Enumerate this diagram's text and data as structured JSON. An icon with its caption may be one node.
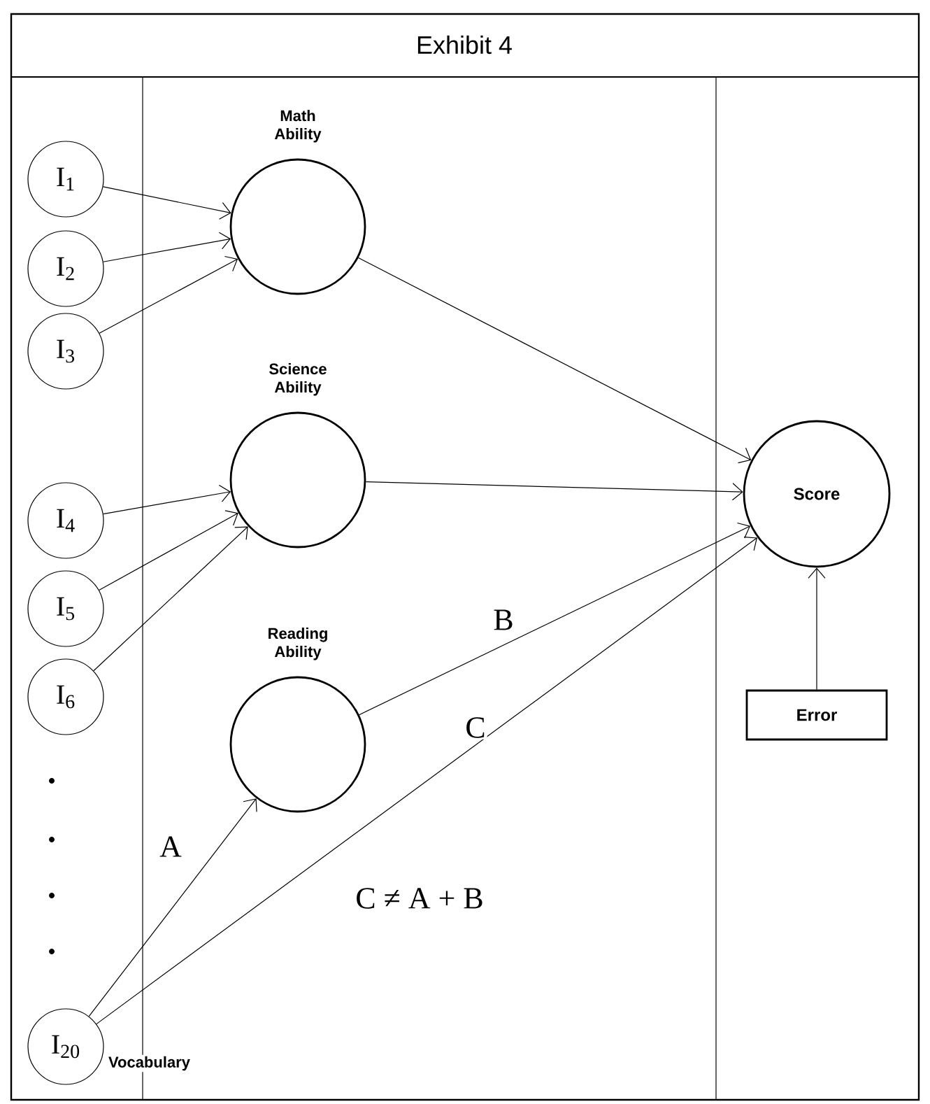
{
  "diagram": {
    "title": "Exhibit 4",
    "nodes": [
      {
        "text": [
          "I$_{1}$"
        ]
      },
      {
        "text": [
          "I$_{2}$"
        ]
      },
      {
        "text": [
          "I$_{3}$"
        ]
      },
      {
        "text": [
          "I$_{4}$"
        ]
      },
      {
        "text": [
          "I$_{5}$"
        ]
      },
      {
        "text": [
          "I$_{6}$"
        ]
      },
      {
        "text": [
          "I$_{20}$"
        ],
        "beside": [
          "Vocabulary"
        ]
      },
      {
        "text": [
          "Math Ability"
        ]
      },
      {
        "text": [
          "Science Ability"
        ]
      },
      {
        "text": [
          "Reading Ability"
        ]
      },
      {
        "text": [
          "Score"
        ]
      },
      {
        "text": [
          "Error"
        ]
      }
    ],
    "edges": [
      {
        "from": 0,
        "to": 7,
        "arrow": "to"
      },
      {
        "from": 1,
        "to": 7,
        "arrow": "to"
      },
      {
        "from": 2,
        "to": 7,
        "arrow": "to"
      },
      {
        "from": 3,
        "to": 8,
        "arrow": "to"
      },
      {
        "from": 4,
        "to": 8,
        "arrow": "to"
      },
      {
        "from": 5,
        "to": 8,
        "arrow": "to"
      },
      {
        "from": 7,
        "to": 10,
        "arrow": "to"
      },
      {
        "from": 8,
        "to": 10,
        "arrow": "to"
      },
      {
        "from": 9,
        "to": 10,
        "arrow": "to",
        "label": "B"
      },
      {
        "from": 6,
        "to": 9,
        "arrow": "to",
        "label": "A"
      },
      {
        "from": 6,
        "to": 10,
        "arrow": "to",
        "label": "C"
      },
      {
        "from": 11,
        "to": 10,
        "arrow": "to"
      }
    ],
    "labels": [
      "C ≠ A + B"
    ]
  }
}
